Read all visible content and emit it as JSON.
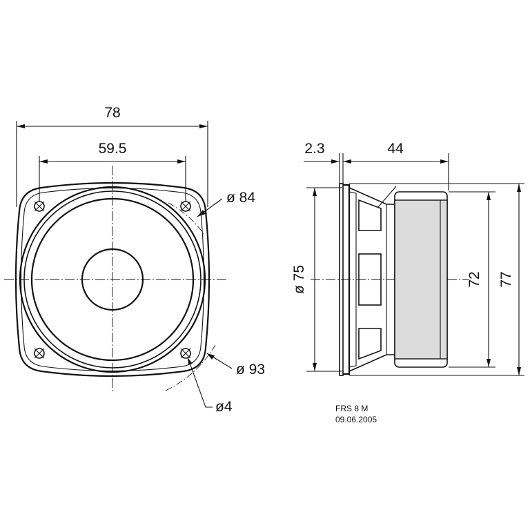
{
  "front_view": {
    "dims": {
      "overall_width": "78",
      "hole_spacing": "59.5",
      "diameter_84": "ø 84",
      "diameter_93": "ø 93",
      "hole_diameter": "ø4"
    }
  },
  "side_view": {
    "dims": {
      "flange_thickness": "2.3",
      "depth": "44",
      "diameter_75": "ø 75",
      "magnet_height": "72",
      "overall_height": "77"
    }
  },
  "note": {
    "model": "FRS 8 M",
    "date": "09.06.2005"
  },
  "colors": {
    "line": "#111111",
    "magnet_fill": "#dcdcdc",
    "background": "#ffffff"
  }
}
